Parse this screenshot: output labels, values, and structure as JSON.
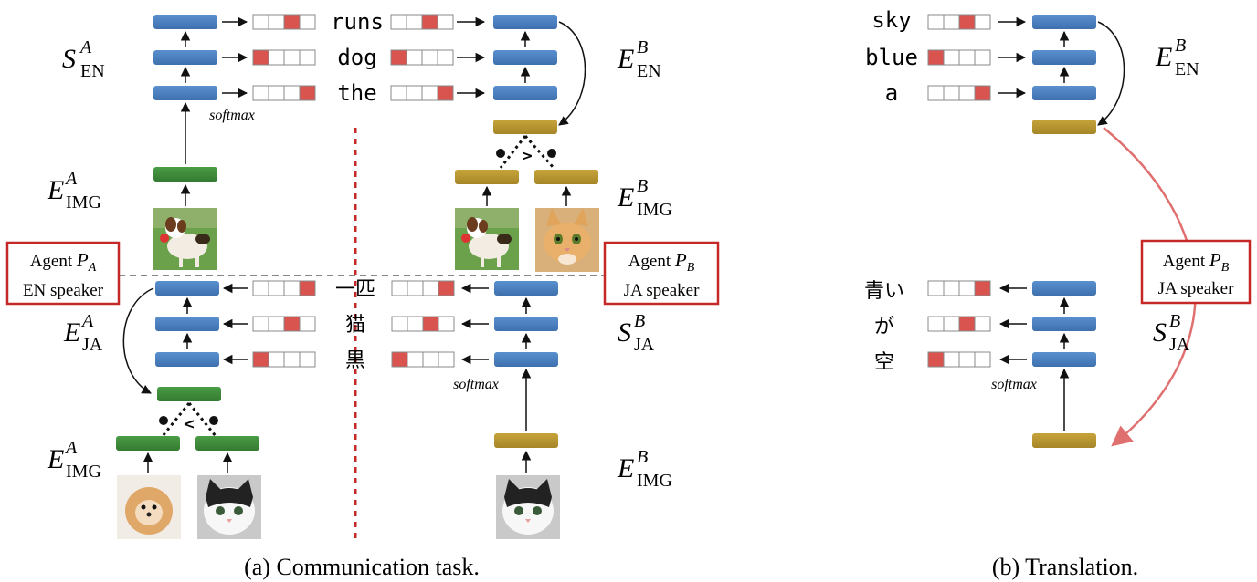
{
  "colors": {
    "blue": "#4a7fbf",
    "green": "#3d8c3a",
    "gold": "#b8962e",
    "red": "#d9534f",
    "redline": "#c62828",
    "box": "#c62828",
    "arrow_red": "#e07070"
  },
  "panel_a": {
    "caption": "(a) Communication task.",
    "en_words": [
      "runs",
      "dog",
      "the"
    ],
    "ja_words": [
      "一匹",
      "猫",
      "黒"
    ],
    "softmax_label": "softmax",
    "agent_a": {
      "line1": "Agent",
      "sym": "P",
      "sub": "A",
      "line2": "EN speaker"
    },
    "agent_b": {
      "line1": "Agent",
      "sym": "P",
      "sub": "B",
      "line2": "JA speaker"
    },
    "labels": {
      "s_en_a": {
        "base": "S",
        "sup": "A",
        "sub": "EN"
      },
      "e_img_a_top": {
        "base": "E",
        "sup": "A",
        "sub": "IMG"
      },
      "e_ja_a": {
        "base": "E",
        "sup": "A",
        "sub": "JA"
      },
      "e_img_a_bot": {
        "base": "E",
        "sup": "A",
        "sub": "IMG"
      },
      "e_en_b": {
        "base": "E",
        "sup": "B",
        "sub": "EN"
      },
      "e_img_b_top": {
        "base": "E",
        "sup": "B",
        "sub": "IMG"
      },
      "s_ja_b": {
        "base": "S",
        "sup": "B",
        "sub": "JA"
      },
      "e_img_b_bot": {
        "base": "E",
        "sup": "B",
        "sub": "IMG"
      }
    },
    "compare_top": ">",
    "compare_bot": "<"
  },
  "panel_b": {
    "caption": "(b) Translation.",
    "en_words": [
      "sky",
      "blue",
      "a"
    ],
    "ja_words": [
      "青い",
      "が",
      "空"
    ],
    "softmax_label": "softmax",
    "agent": {
      "line1": "Agent",
      "sym": "P",
      "sub": "B",
      "line2": "JA speaker"
    },
    "labels": {
      "e_en_b": {
        "base": "E",
        "sup": "B",
        "sub": "EN"
      },
      "s_ja_b": {
        "base": "S",
        "sup": "B",
        "sub": "JA"
      }
    }
  }
}
